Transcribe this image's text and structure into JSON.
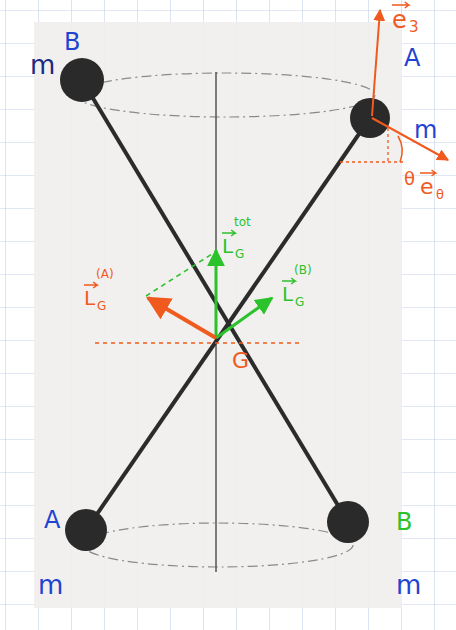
{
  "diagram": {
    "labels": [
      "m",
      "B",
      "e",
      "3",
      "A",
      "m",
      "θ",
      "e",
      "θ",
      "L",
      "tot",
      "G",
      "L",
      "(A)",
      "G",
      "L",
      "(B)",
      "G",
      "G",
      "A",
      "m",
      "B",
      "m"
    ]
  }
}
